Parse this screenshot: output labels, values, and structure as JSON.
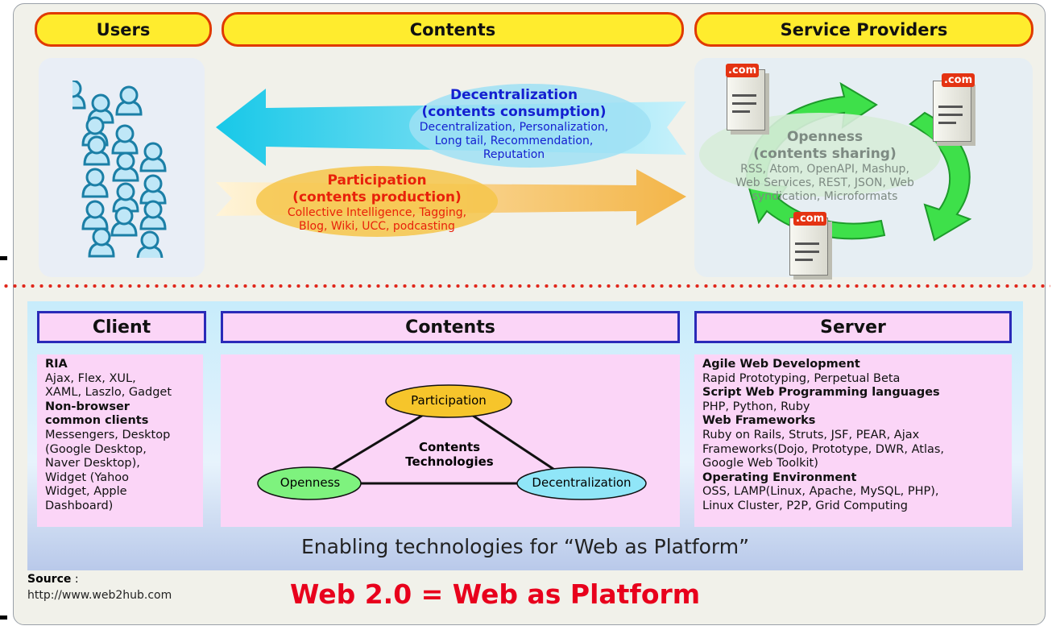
{
  "top_labels": {
    "users": "Users",
    "contents": "Contents",
    "service_providers": "Service Providers"
  },
  "decentralization": {
    "title": "Decentralization",
    "subtitle": "(contents consumption)",
    "lines": [
      "Decentralization, Personalization,",
      "Long tail, Recommendation,",
      "Reputation"
    ]
  },
  "participation": {
    "title": "Participation",
    "subtitle": "(contents production)",
    "lines": [
      "Collective Intelligence, Tagging,",
      "Blog, Wiki, UCC, podcasting"
    ]
  },
  "openness": {
    "title": "Openness",
    "subtitle": "(contents sharing)",
    "lines": [
      "RSS, Atom, OpenAPI, Mashup,",
      "Web Services, REST, JSON, Web",
      "syndication, Microformats"
    ]
  },
  "server_label": ".com",
  "bottom_headers": {
    "client": "Client",
    "contents": "Contents",
    "server": "Server"
  },
  "client_section": {
    "h1": "RIA",
    "t1": [
      "Ajax, Flex, XUL,",
      "XAML, Laszlo, Gadget"
    ],
    "h2": [
      "Non-browser",
      "common clients"
    ],
    "t2": [
      "Messengers, Desktop",
      "(Google Desktop,",
      "Naver Desktop),",
      "Widget (Yahoo",
      "Widget, Apple",
      "Dashboard)"
    ]
  },
  "triangle": {
    "participation": "Participation",
    "openness": "Openness",
    "decentralization": "Decentralization",
    "center": [
      "Contents",
      "Technologies"
    ]
  },
  "server_section": {
    "h1": "Agile Web Development",
    "t1": "Rapid Prototyping, Perpetual Beta",
    "h2": "Script Web Programming languages",
    "t2": "PHP, Python, Ruby",
    "h3": "Web Frameworks",
    "t3": [
      "Ruby on Rails, Struts, JSF, PEAR, Ajax",
      "Frameworks(Dojo, Prototype, DWR, Atlas,",
      "Google Web Toolkit)"
    ],
    "h4": "Operating Environment",
    "t4": [
      "OSS, LAMP(Linux, Apache, MySQL, PHP),",
      "Linux Cluster, P2P, Grid Computing"
    ]
  },
  "footer_caption": "Enabling technologies for “Web as Platform”",
  "source_label": "Source",
  "source_colon": " :",
  "source_url": "http://www.web2hub.com",
  "main_title": "Web 2.0 = Web as Platform",
  "colors": {
    "pill_fill": "#ffec2e",
    "pill_border": "#e03a00",
    "header_border": "#2a2ab8",
    "pink": "#fbd5f7",
    "title_red": "#e8001c",
    "dotted_red": "#e0281c"
  }
}
